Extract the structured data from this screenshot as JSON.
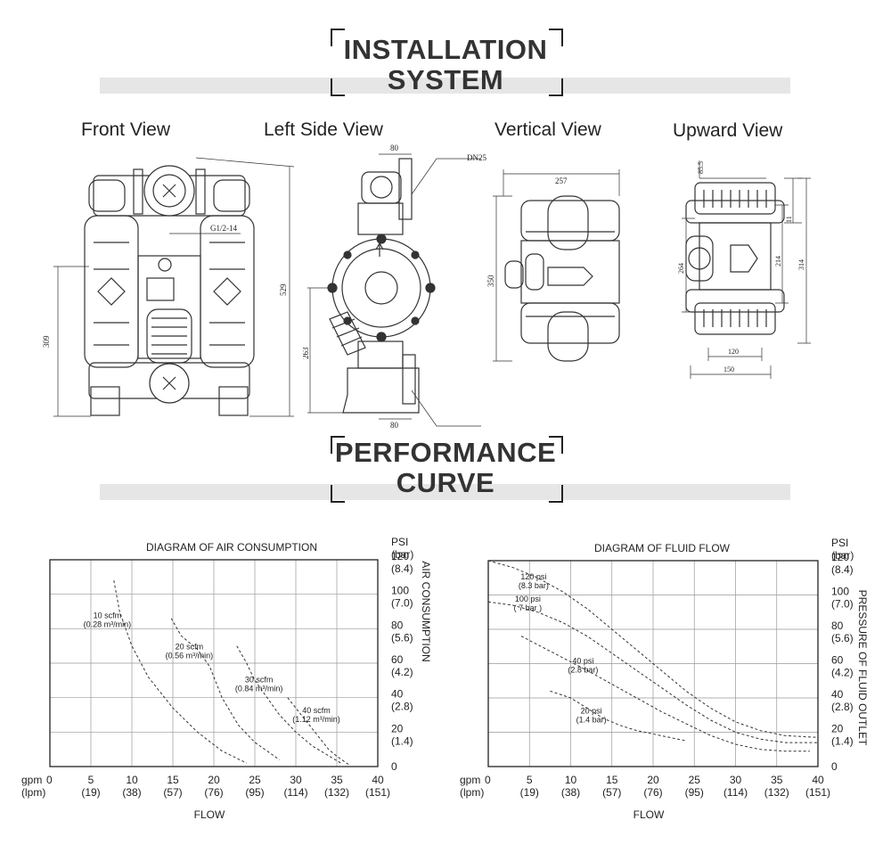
{
  "header1": {
    "line1": "INSTALLATION",
    "line2": "SYSTEM"
  },
  "header2": {
    "line1": "PERFORMANCE",
    "line2": "CURVE"
  },
  "views": {
    "front": "Front View",
    "left": "Left Side View",
    "vertical": "Vertical View",
    "upward": "Upward View"
  },
  "dims": {
    "front": {
      "height_total": "529",
      "height_lower": "309",
      "port": "G1/2-14"
    },
    "left": {
      "top_width": "80",
      "bottom_width": "80",
      "flange": "DN25",
      "side_height": "263"
    },
    "vertical": {
      "width": "257",
      "height": "350"
    },
    "upward": {
      "top": "85.5",
      "gap": "11",
      "height_total": "314",
      "height_mid": "214",
      "height_left": "264",
      "bottom_inner": "120",
      "bottom_outer": "150"
    }
  },
  "chart_data": [
    {
      "type": "line",
      "title": "DIAGRAM OF AIR CONSUMPTION",
      "xlabel": "FLOW",
      "ylabel": "AIR CONSUMPTION",
      "x_unit_label": [
        "gpm",
        "(lpm)"
      ],
      "y_unit_label": [
        "PSI",
        "(bar)"
      ],
      "xlim": [
        0,
        40
      ],
      "ylim": [
        0,
        120
      ],
      "x_ticks": [
        {
          "v": 0,
          "gpm": "0",
          "lpm": ""
        },
        {
          "v": 5,
          "gpm": "5",
          "lpm": "(19)"
        },
        {
          "v": 10,
          "gpm": "10",
          "lpm": "(38)"
        },
        {
          "v": 15,
          "gpm": "15",
          "lpm": "(57)"
        },
        {
          "v": 20,
          "gpm": "20",
          "lpm": "(76)"
        },
        {
          "v": 25,
          "gpm": "25",
          "lpm": "(95)"
        },
        {
          "v": 30,
          "gpm": "30",
          "lpm": "(114)"
        },
        {
          "v": 35,
          "gpm": "35",
          "lpm": "(132)"
        },
        {
          "v": 40,
          "gpm": "40",
          "lpm": "(151)"
        }
      ],
      "y_ticks": [
        {
          "v": 0,
          "psi": "0",
          "bar": ""
        },
        {
          "v": 20,
          "psi": "20",
          "bar": "(1.4)"
        },
        {
          "v": 40,
          "psi": "40",
          "bar": "(2.8)"
        },
        {
          "v": 60,
          "psi": "60",
          "bar": "(4.2)"
        },
        {
          "v": 80,
          "psi": "80",
          "bar": "(5.6)"
        },
        {
          "v": 100,
          "psi": "100",
          "bar": "(7.0)"
        },
        {
          "v": 120,
          "psi": "120",
          "bar": "(8.4)"
        }
      ],
      "grid": true,
      "series": [
        {
          "name": "10 scfm (0.28 m³/min)",
          "label1": "10 scfm",
          "label2": "(0.28 m³/min)",
          "label_at": [
            7,
            86
          ],
          "x": [
            7.8,
            8.5,
            10,
            12,
            15,
            18,
            21,
            24
          ],
          "y": [
            108,
            90,
            70,
            52,
            34,
            20,
            9,
            2
          ]
        },
        {
          "name": "20 scfm (0.56 m³/min)",
          "label1": "20 scfm",
          "label2": "(0.56 m³/min)",
          "label_at": [
            17,
            68
          ],
          "x": [
            14.8,
            16,
            18,
            19.5,
            21,
            23,
            25,
            28
          ],
          "y": [
            86,
            76,
            68,
            58,
            40,
            24,
            14,
            4
          ]
        },
        {
          "name": "30 scfm (0.84 m³/min)",
          "label1": "30 scfm",
          "label2": "(0.84 m³/min)",
          "label_at": [
            25.5,
            49
          ],
          "x": [
            22.8,
            24,
            25,
            26.5,
            28,
            30,
            32,
            35.5
          ],
          "y": [
            70,
            60,
            50,
            40,
            30,
            20,
            12,
            2
          ]
        },
        {
          "name": "40 scfm (1.12 m³/min)",
          "label1": "40 scfm",
          "label2": "(1.12 m³/min)",
          "label_at": [
            32.5,
            31
          ],
          "x": [
            29,
            30,
            31,
            32,
            33,
            34,
            35,
            36.5
          ],
          "y": [
            40,
            34,
            28,
            22,
            16,
            10,
            6,
            1
          ]
        }
      ]
    },
    {
      "type": "line",
      "title": "DIAGRAM OF FLUID FLOW",
      "xlabel": "FLOW",
      "ylabel": "PRESSURE OF FLUID OUTLET",
      "x_unit_label": [
        "gpm",
        "(lpm)"
      ],
      "y_unit_label": [
        "PSI",
        "(bar)"
      ],
      "xlim": [
        0,
        40
      ],
      "ylim": [
        0,
        120
      ],
      "x_ticks": [
        {
          "v": 0,
          "gpm": "0",
          "lpm": ""
        },
        {
          "v": 5,
          "gpm": "5",
          "lpm": "(19)"
        },
        {
          "v": 10,
          "gpm": "10",
          "lpm": "(38)"
        },
        {
          "v": 15,
          "gpm": "15",
          "lpm": "(57)"
        },
        {
          "v": 20,
          "gpm": "20",
          "lpm": "(76)"
        },
        {
          "v": 25,
          "gpm": "25",
          "lpm": "(95)"
        },
        {
          "v": 30,
          "gpm": "30",
          "lpm": "(114)"
        },
        {
          "v": 35,
          "gpm": "35",
          "lpm": "(132)"
        },
        {
          "v": 40,
          "gpm": "40",
          "lpm": "(151)"
        }
      ],
      "y_ticks": [
        {
          "v": 0,
          "psi": "0",
          "bar": ""
        },
        {
          "v": 20,
          "psi": "20",
          "bar": "(1.4)"
        },
        {
          "v": 40,
          "psi": "40",
          "bar": "(2.8)"
        },
        {
          "v": 60,
          "psi": "60",
          "bar": "(4.2)"
        },
        {
          "v": 80,
          "psi": "80",
          "bar": "(5.6)"
        },
        {
          "v": 100,
          "psi": "100",
          "bar": "(7.0)"
        },
        {
          "v": 120,
          "psi": "120",
          "bar": "(8.4)"
        }
      ],
      "grid": true,
      "series": [
        {
          "name": "120 psi (8.3 bar)",
          "label1": "120 psi",
          "label2": "(8.3 bar)",
          "label_at": [
            5.5,
            109
          ],
          "x": [
            0,
            3,
            6,
            9,
            12,
            15,
            18,
            21,
            24,
            27,
            30,
            33,
            36,
            40
          ],
          "y": [
            120,
            116,
            110,
            102,
            92,
            80,
            68,
            56,
            44,
            34,
            26,
            21,
            18,
            17
          ]
        },
        {
          "name": "100 psi ( 7 bar )",
          "label1": "100 psi",
          "label2": "( 7 bar )",
          "label_at": [
            4.8,
            96
          ],
          "x": [
            0,
            3,
            6,
            9,
            12,
            15,
            18,
            21,
            24,
            27,
            30,
            33,
            36,
            40
          ],
          "y": [
            96,
            94,
            90,
            84,
            76,
            66,
            56,
            46,
            36,
            27,
            20,
            16,
            14,
            14
          ]
        },
        {
          "name": "40 psi (2.8 bar)",
          "label1": "40 psi",
          "label2": "(2.8 bar)",
          "label_at": [
            11.5,
            60
          ],
          "x": [
            4,
            8,
            12,
            15,
            18,
            21,
            24,
            27,
            30,
            33,
            36,
            39
          ],
          "y": [
            76,
            66,
            56,
            48,
            40,
            32,
            25,
            18,
            13,
            10,
            9,
            9
          ]
        },
        {
          "name": "20 psi (1.4 bar)",
          "label1": "20 psi",
          "label2": "(1.4 bar)",
          "label_at": [
            12.5,
            31
          ],
          "x": [
            7.5,
            10,
            12,
            14,
            16,
            18,
            20,
            22,
            24
          ],
          "y": [
            44,
            40,
            34,
            28,
            24,
            21,
            19,
            17,
            15
          ]
        }
      ]
    }
  ]
}
